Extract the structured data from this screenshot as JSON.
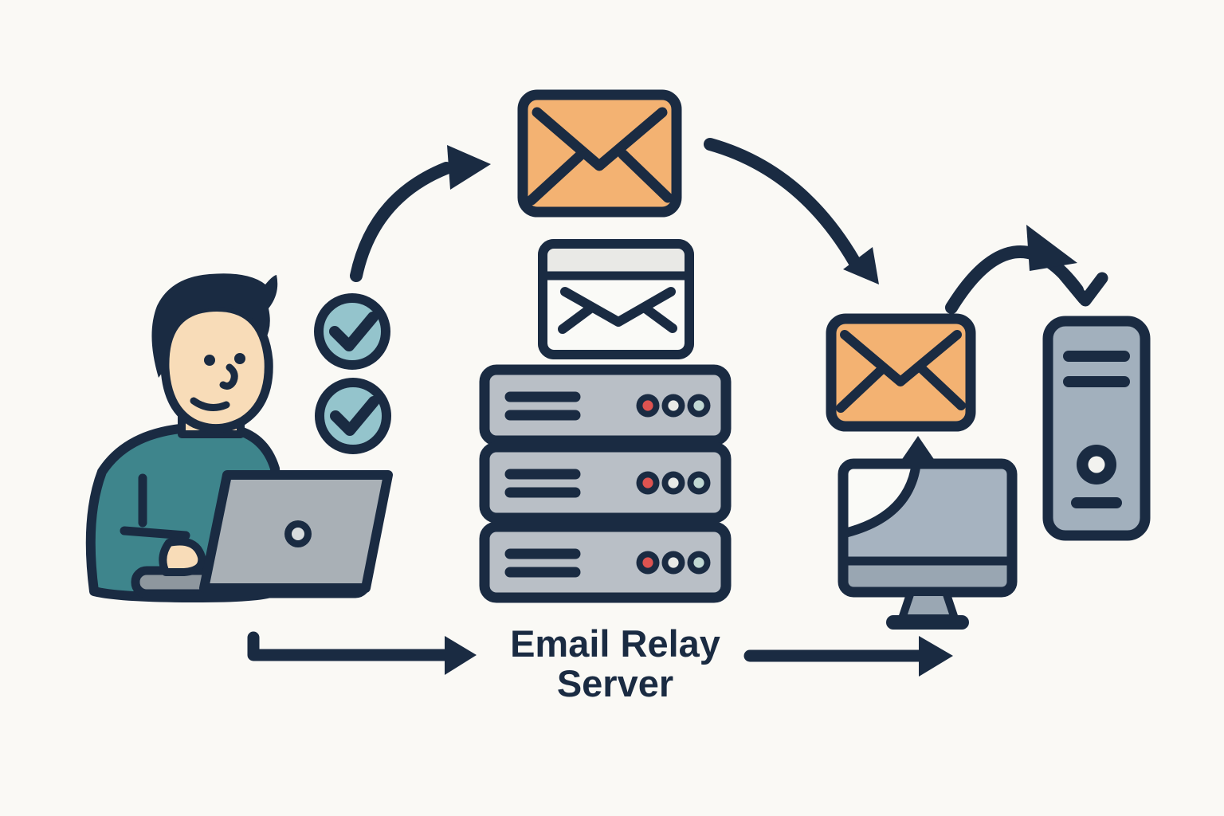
{
  "diagram": {
    "type": "flow-illustration",
    "caption": {
      "line1": "Email Relay",
      "line2": "Server",
      "full": "Email Relay Server"
    },
    "nodes": [
      {
        "id": "sender-user",
        "icon": "person-at-laptop-icon",
        "description": "person typing on a laptop"
      },
      {
        "id": "verification-checks",
        "icon": "checkmark-circle-icon",
        "count": 2
      },
      {
        "id": "outgoing-email",
        "icon": "envelope-icon",
        "fill": "orange"
      },
      {
        "id": "queued-email",
        "icon": "envelope-card-icon",
        "fill": "white"
      },
      {
        "id": "relay-server-stack",
        "icon": "server-stack-icon",
        "units": 3,
        "leds_per_unit": 3
      },
      {
        "id": "delivered-email",
        "icon": "envelope-icon",
        "fill": "orange"
      },
      {
        "id": "recipient-monitor",
        "icon": "monitor-icon"
      },
      {
        "id": "recipient-tower",
        "icon": "computer-tower-icon"
      }
    ],
    "arrows": [
      {
        "id": "arrow-sender-to-outgoing",
        "style": "curved"
      },
      {
        "id": "arrow-outgoing-to-delivered",
        "style": "curved"
      },
      {
        "id": "arrow-delivered-to-tower",
        "style": "curved"
      },
      {
        "id": "arrow-sender-to-relay",
        "style": "straight"
      },
      {
        "id": "arrow-relay-to-recipient",
        "style": "straight"
      }
    ]
  },
  "colors": {
    "background": "#FAF9F5",
    "navy": "#1A2B42",
    "orange": "#F3B272",
    "teal": "#3E858C",
    "skin": "#F8DCB8",
    "check_fill": "#94C4CC",
    "laptop_lid": "#A9B0B6",
    "laptop_base": "#8E979E",
    "server_body": "#B9BFC6",
    "led_red": "#DE5350",
    "led_white": "#E8EAE7",
    "led_teal": "#C0D8D3",
    "card_body": "#FAFAF7",
    "card_band": "#E9E9E6",
    "monitor_screen": "#A6B3C0",
    "monitor_chin": "#99A6B2",
    "tower_body": "#A2B0BD",
    "stand_gray": "#9AA7B3"
  }
}
